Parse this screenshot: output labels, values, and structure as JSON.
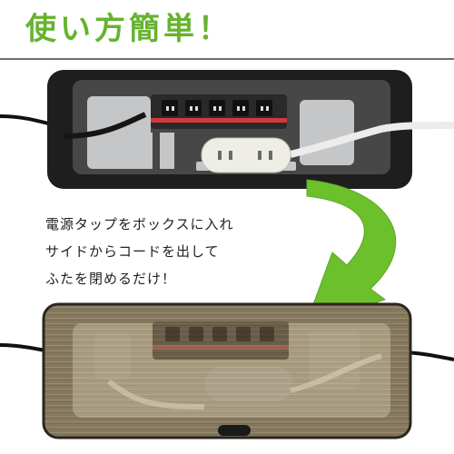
{
  "heading": {
    "text": "使い方簡単！",
    "color": "#66b32e"
  },
  "caption": {
    "lines": [
      "電源タップをボックスに入れ",
      "サイドからコードを出して",
      "ふたを閉めるだけ！"
    ]
  },
  "colors": {
    "box_body": "#1e1e1e",
    "box_tray": "#474747",
    "tray_insert": "#c5c6c8",
    "power_strip": "#2a2a2a",
    "accent_red": "#d23a3a",
    "plug": "#eeeee6",
    "arrow": "#6cc02c",
    "lid_wood": "#8a7d63"
  }
}
